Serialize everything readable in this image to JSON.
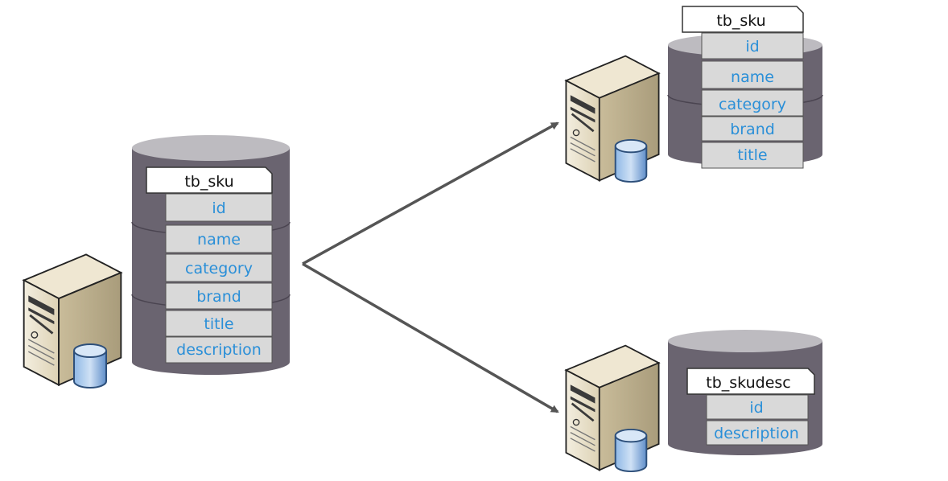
{
  "source_db": {
    "table_name": "tb_sku",
    "rows": [
      "id",
      "name",
      "category",
      "brand",
      "title",
      "description"
    ]
  },
  "target_db_1": {
    "table_name": "tb_sku",
    "rows": [
      "id",
      "name",
      "category",
      "brand",
      "title"
    ]
  },
  "target_db_2": {
    "table_name": "tb_skudesc",
    "rows": [
      "id",
      "description"
    ]
  },
  "colors": {
    "cylinder_body": "#6a6470",
    "cylinder_top": "#bdbbc0",
    "row_fill": "#d9d9d9",
    "row_text": "#2a8fd8",
    "arrow": "#555555",
    "server_body": "#e9e1cc",
    "server_side": "#c9bc9a",
    "db_icon": "#5f9ad6"
  },
  "icons": [
    "server-icon",
    "database-icon",
    "arrow-icon"
  ]
}
